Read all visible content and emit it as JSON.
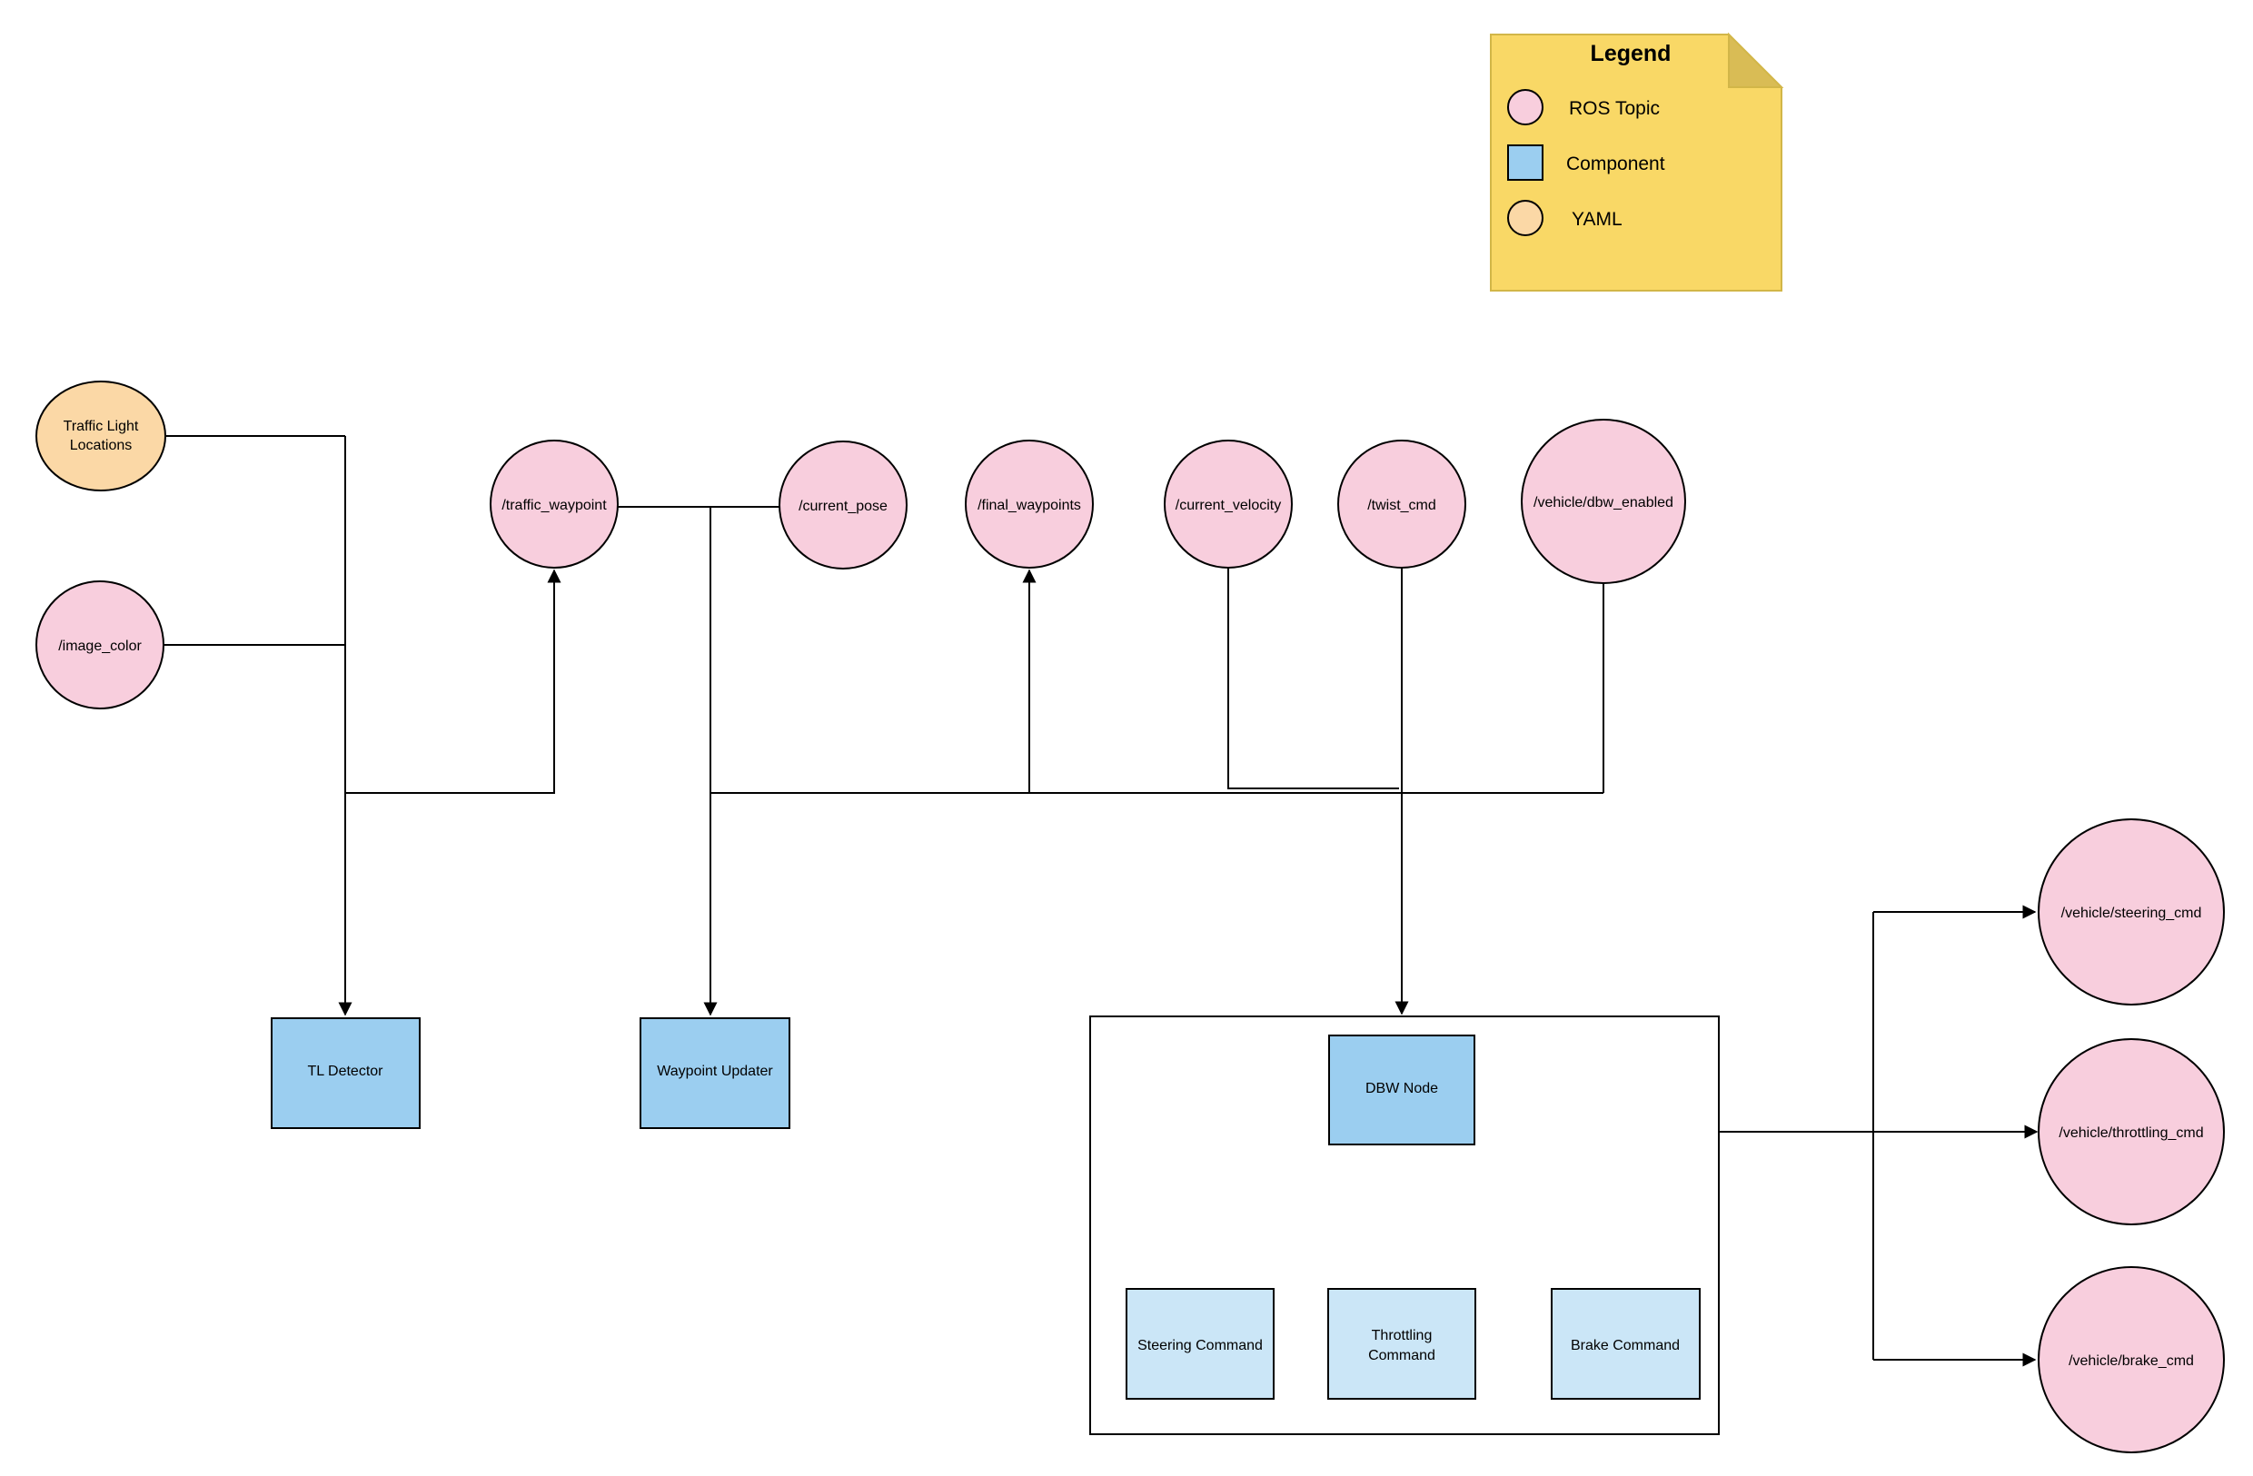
{
  "colors": {
    "background": "#ffffff",
    "line": "#000000",
    "ros_topic_fill": "#f8cedd",
    "yaml_fill": "#fbd8a6",
    "component_fill": "#9bcef0",
    "command_fill": "#cbe6f7",
    "container_fill": "#ffffff",
    "note_fill": "#f9d866",
    "note_fold": "#d9bc55",
    "note_border": "#d2b648"
  },
  "legend": {
    "title": "Legend",
    "items": [
      {
        "swatch": "ros-topic",
        "label": "ROS Topic"
      },
      {
        "swatch": "component",
        "label": "Component"
      },
      {
        "swatch": "yaml",
        "label": "YAML"
      }
    ]
  },
  "nodes": {
    "traffic_light_locations": {
      "line1": "Traffic Light",
      "line2": "Locations"
    },
    "image_color": {
      "label": "/image_color"
    },
    "traffic_waypoint": {
      "label": "/traffic_waypoint"
    },
    "current_pose": {
      "label": "/current_pose"
    },
    "final_waypoints": {
      "label": "/final_waypoints"
    },
    "current_velocity": {
      "label": "/current_velocity"
    },
    "twist_cmd": {
      "label": "/twist_cmd"
    },
    "dbw_enabled": {
      "label": "/vehicle/dbw_enabled"
    },
    "steering_cmd": {
      "label": "/vehicle/steering_cmd"
    },
    "throttling_cmd": {
      "label": "/vehicle/throttling_cmd"
    },
    "brake_cmd": {
      "label": "/vehicle/brake_cmd"
    }
  },
  "components": {
    "tl_detector": {
      "label": "TL Detector"
    },
    "waypoint_updater": {
      "label": "Waypoint Updater"
    },
    "dbw_node": {
      "label": "DBW Node"
    },
    "steering_command": {
      "label": "Steering Command"
    },
    "throttling_command": {
      "line1": "Throttling",
      "line2": "Command"
    },
    "brake_command": {
      "label": "Brake Command"
    }
  }
}
